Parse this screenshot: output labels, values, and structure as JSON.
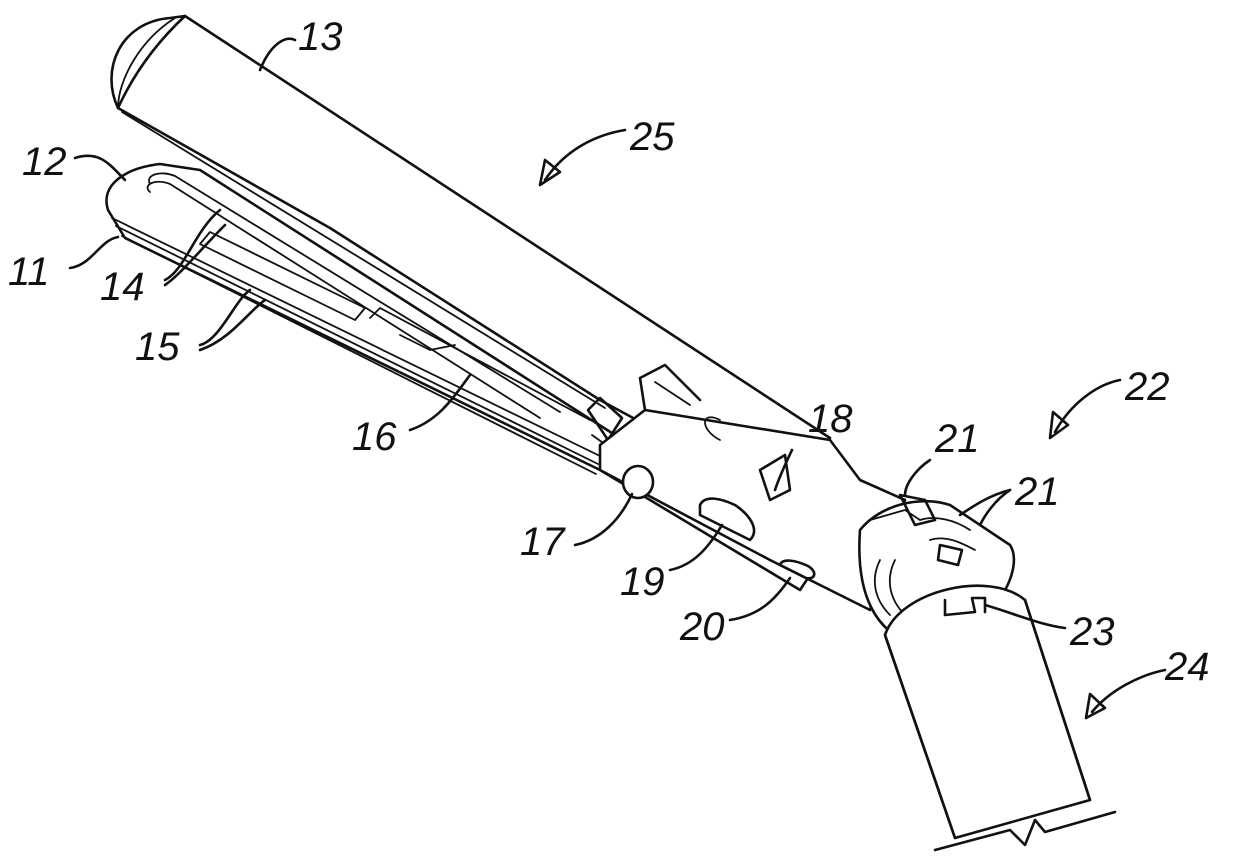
{
  "reference_numerals": {
    "n11": "11",
    "n12": "12",
    "n13": "13",
    "n14": "14",
    "n15": "15",
    "n16": "16",
    "n17": "17",
    "n18": "18",
    "n19": "19",
    "n20": "20",
    "n21a": "21",
    "n21b": "21",
    "n22": "22",
    "n23": "23",
    "n24": "24",
    "n25": "25"
  }
}
